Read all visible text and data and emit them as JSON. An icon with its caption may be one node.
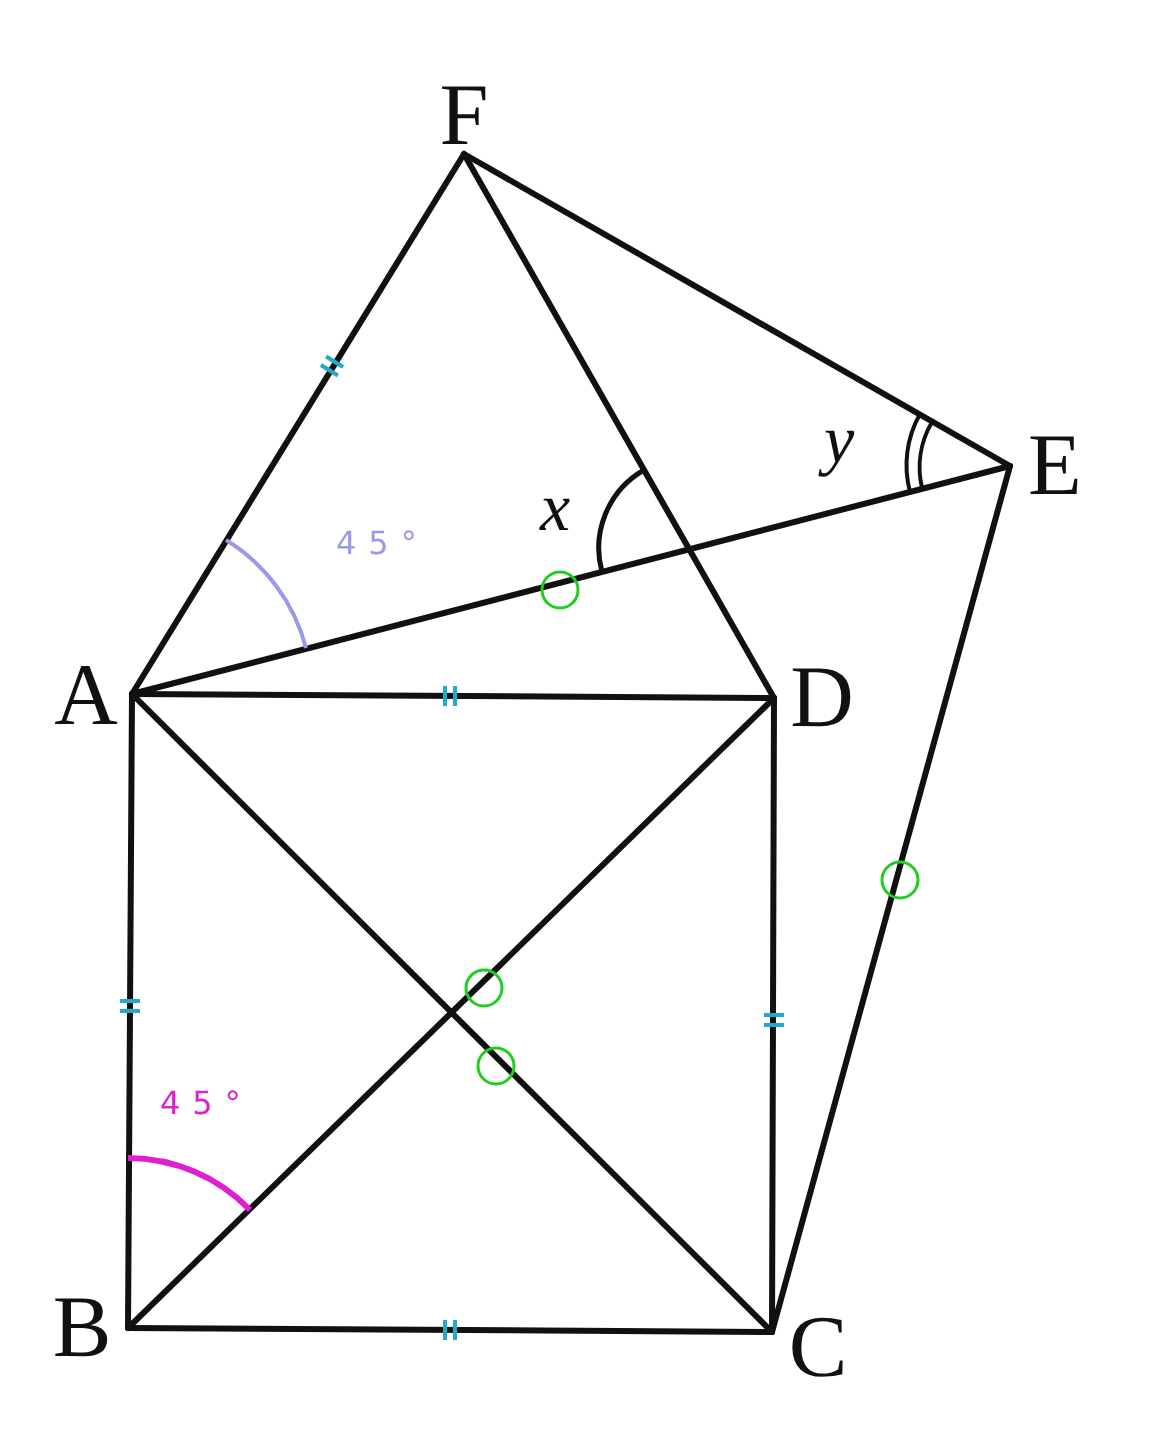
{
  "diagram": {
    "nodes": [
      {
        "text": [
          "F"
        ]
      },
      {
        "text": [
          "E"
        ]
      },
      {
        "text": [
          "A"
        ]
      },
      {
        "text": [
          "D"
        ]
      },
      {
        "text": [
          "B"
        ]
      },
      {
        "text": [
          "C"
        ]
      }
    ],
    "edges": [
      {
        "from": 2,
        "to": 0,
        "arrow": "none"
      },
      {
        "from": 0,
        "to": 3,
        "arrow": "none"
      },
      {
        "from": 0,
        "to": 1,
        "arrow": "none"
      },
      {
        "from": 2,
        "to": 1,
        "arrow": "none"
      },
      {
        "from": 2,
        "to": 3,
        "arrow": "none"
      },
      {
        "from": 2,
        "to": 4,
        "arrow": "none"
      },
      {
        "from": 4,
        "to": 5,
        "arrow": "none"
      },
      {
        "from": 3,
        "to": 5,
        "arrow": "none"
      },
      {
        "from": 2,
        "to": 5,
        "arrow": "none"
      },
      {
        "from": 4,
        "to": 3,
        "arrow": "none"
      },
      {
        "from": 1,
        "to": 5,
        "arrow": "none"
      }
    ],
    "labels": [
      "y",
      "x",
      "45°",
      "45°"
    ]
  }
}
